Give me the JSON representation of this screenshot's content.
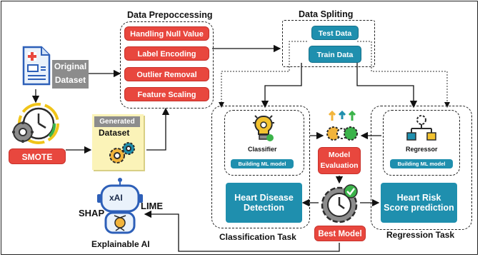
{
  "original_dataset": {
    "line1": "Original",
    "line2": "Dataset"
  },
  "smote": {
    "label": "SMOTE"
  },
  "generated_dataset": {
    "line1": "Generated",
    "line2": "Dataset"
  },
  "preprocessing": {
    "title": "Data Prepoccessing",
    "steps": [
      "Handling Null Value",
      "Label Encoding",
      "Outlier Removal",
      "Feature Scaling"
    ]
  },
  "splitting": {
    "title": "Data  Spliting",
    "test": "Test Data",
    "train": "Train Data"
  },
  "classification": {
    "icon_label": "Classifier",
    "button": "Building ML model",
    "task_label": "Classification Task"
  },
  "regression": {
    "icon_label": "Regressor",
    "button": "Building ML model",
    "task_label": "Regression Task"
  },
  "evaluation": {
    "label": "Model Evaluation"
  },
  "best_model": {
    "label": "Best Model"
  },
  "outputs": {
    "left": "Heart Disease Detection",
    "right": "Heart Risk Score prediction"
  },
  "xai": {
    "badge": "xAI",
    "shap": "SHAP",
    "lime": "LIME",
    "caption": "Explainable AI"
  }
}
